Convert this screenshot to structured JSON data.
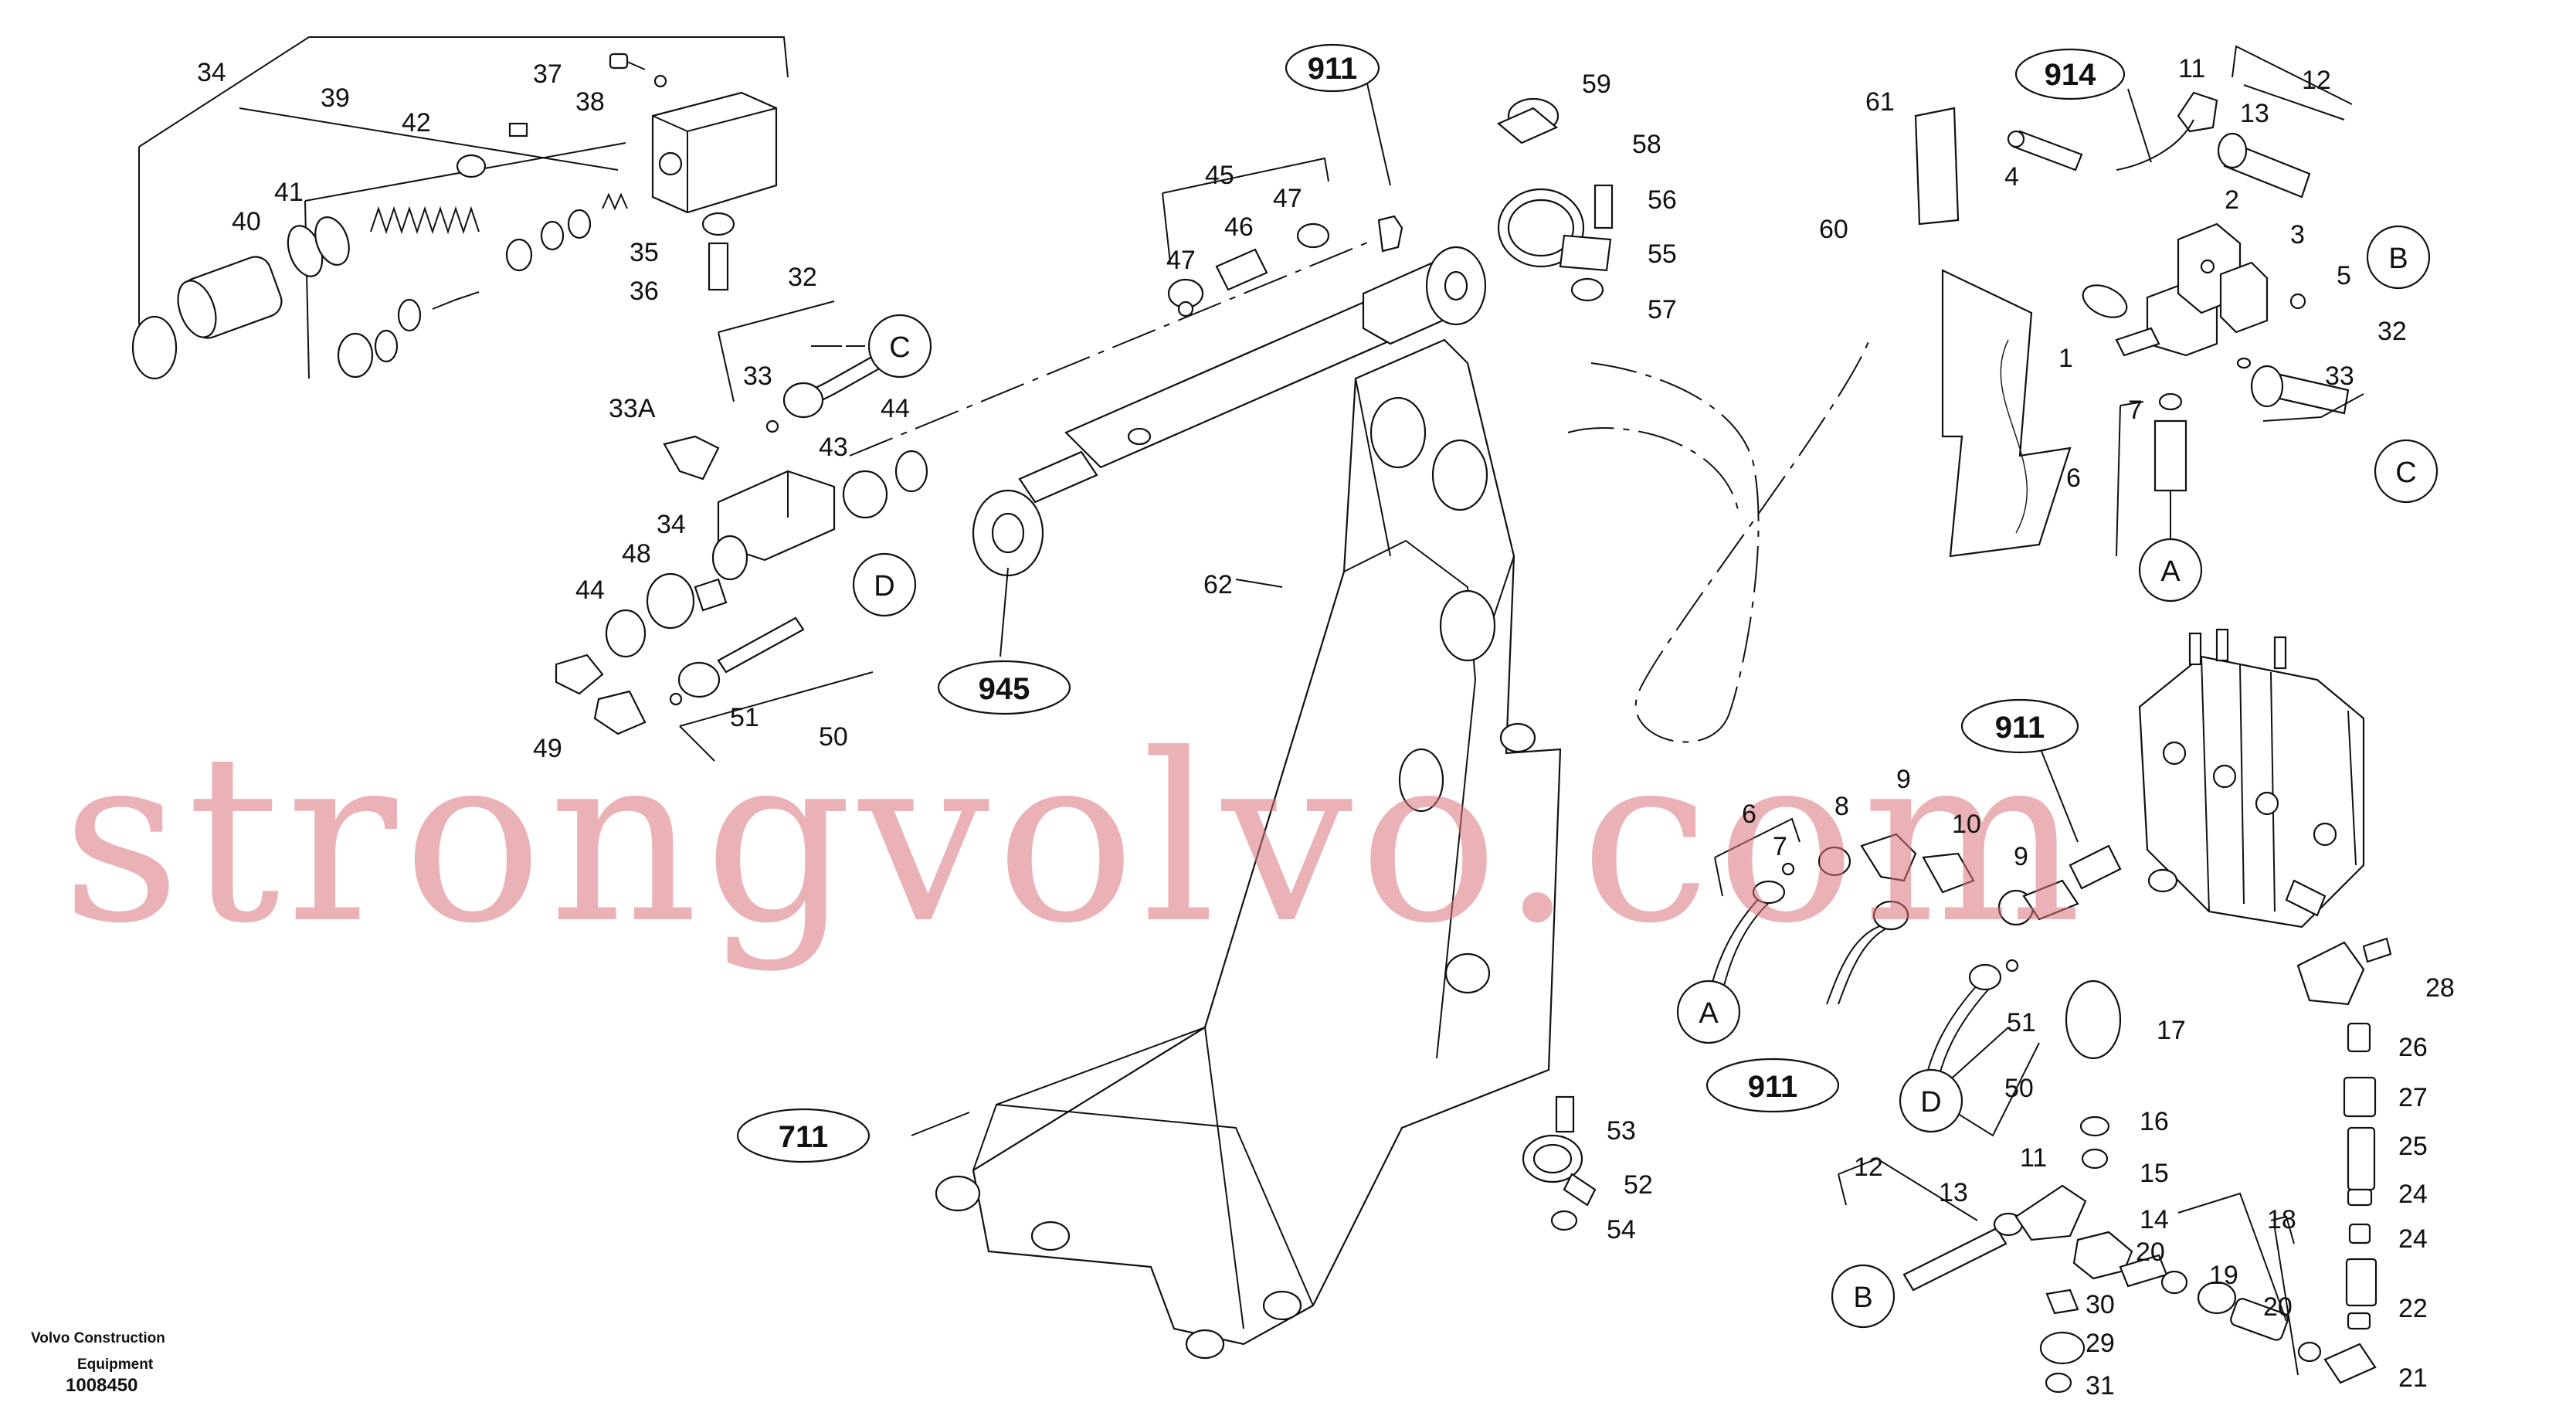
{
  "watermark": "strongvolvo.com",
  "credit": {
    "line1": "Volvo Construction",
    "line2": "Equipment",
    "number": "1008450"
  },
  "callouts": [
    "911",
    "914",
    "945",
    "911",
    "711",
    "911"
  ],
  "circle_refs": [
    "C",
    "D",
    "B",
    "C",
    "A",
    "A",
    "D",
    "B"
  ],
  "labels": [
    "34",
    "39",
    "37",
    "38",
    "42",
    "41",
    "40",
    "35",
    "36",
    "32",
    "33",
    "33A",
    "44",
    "43",
    "48",
    "34",
    "44",
    "49",
    "51",
    "50",
    "45",
    "47",
    "46",
    "47",
    "59",
    "58",
    "56",
    "55",
    "57",
    "62",
    "61",
    "60",
    "11",
    "12",
    "13",
    "4",
    "2",
    "3",
    "5",
    "1",
    "7",
    "6",
    "32",
    "33",
    "6",
    "7",
    "8",
    "9",
    "10",
    "9",
    "51",
    "50",
    "17",
    "16",
    "15",
    "28",
    "26",
    "27",
    "25",
    "24",
    "24",
    "22",
    "21",
    "12",
    "13",
    "11",
    "14",
    "20",
    "19",
    "18",
    "20",
    "30",
    "29",
    "31",
    "53",
    "52",
    "54"
  ]
}
